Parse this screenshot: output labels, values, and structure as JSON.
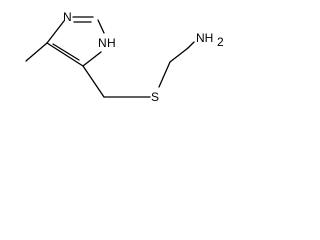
{
  "structure": {
    "atoms": {
      "n3": "N",
      "n1": "N",
      "h1": "H",
      "s": "S",
      "amine": "NH",
      "amine_sub": "2"
    }
  }
}
